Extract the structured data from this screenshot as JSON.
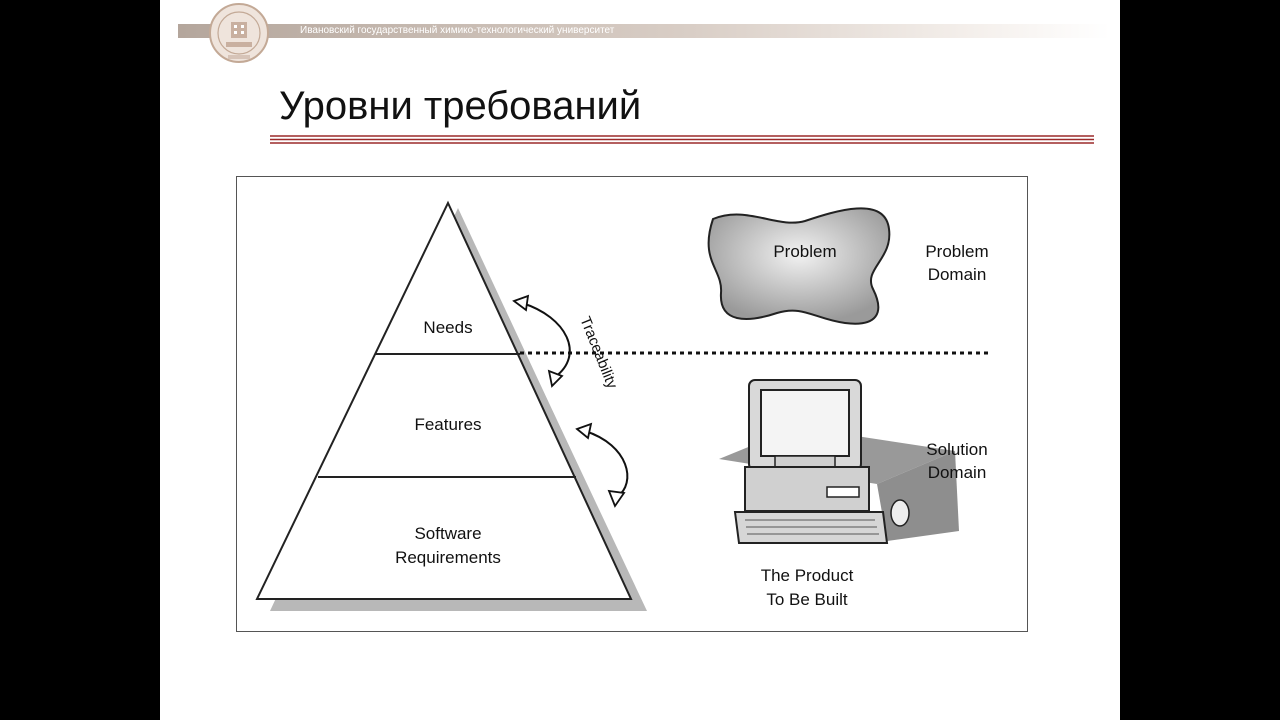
{
  "header": {
    "university": "Ивановский государственный химико-технологический университет"
  },
  "slide": {
    "title": "Уровни требований"
  },
  "diagram": {
    "pyramid": {
      "levels": [
        "Needs",
        "Features",
        "Software",
        "Requirements"
      ]
    },
    "traceability_label": "Traceability",
    "problem_shape_label": "Problem",
    "problem_domain": [
      "Problem",
      "Domain"
    ],
    "solution_domain": [
      "Solution",
      "Domain"
    ],
    "product_caption": [
      "The Product",
      "To Be Built"
    ]
  },
  "colors": {
    "accent_rule": "#9b2a2a",
    "shadow": "#b8b8b8",
    "background": "#000000"
  }
}
